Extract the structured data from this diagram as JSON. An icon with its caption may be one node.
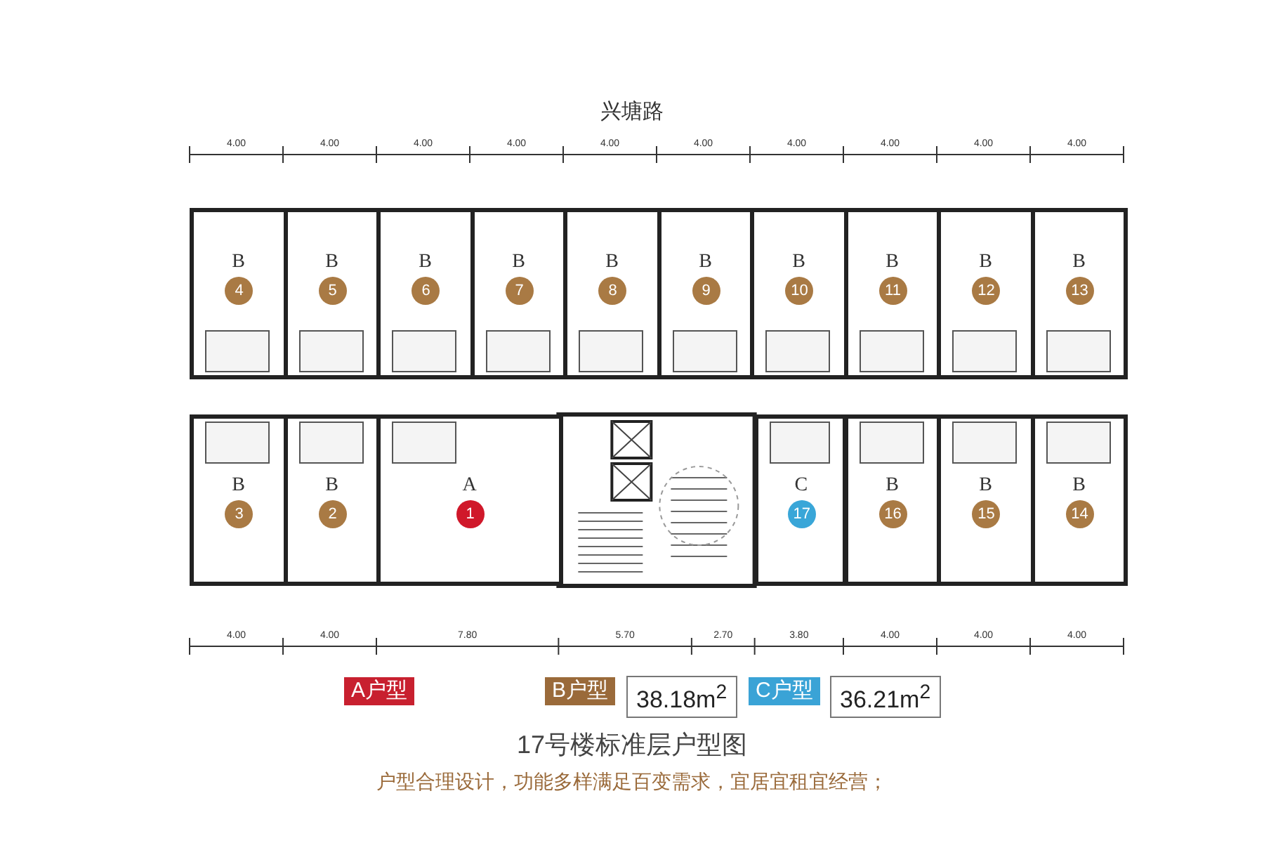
{
  "diagram": {
    "caption": "17号楼标准层户型图",
    "nodes": [
      {
        "text": [
          "B",
          "4"
        ]
      },
      {
        "text": [
          "B",
          "5"
        ]
      },
      {
        "text": [
          "B",
          "6"
        ]
      },
      {
        "text": [
          "B",
          "7"
        ]
      },
      {
        "text": [
          "B",
          "8"
        ]
      },
      {
        "text": [
          "B",
          "9"
        ]
      },
      {
        "text": [
          "B",
          "10"
        ]
      },
      {
        "text": [
          "B",
          "11"
        ]
      },
      {
        "text": [
          "B",
          "12"
        ]
      },
      {
        "text": [
          "B",
          "13"
        ]
      },
      {
        "text": [
          "B",
          "3"
        ]
      },
      {
        "text": [
          "B",
          "2"
        ]
      },
      {
        "text": [
          "A",
          "1"
        ]
      },
      {
        "text": [
          "C",
          "17"
        ]
      },
      {
        "text": [
          "B",
          "16"
        ]
      },
      {
        "text": [
          "B",
          "15"
        ]
      },
      {
        "text": [
          "B",
          "14"
        ]
      }
    ],
    "edges": [],
    "labels": [
      "兴塘路",
      "4.00",
      "4.00",
      "4.00",
      "4.00",
      "4.00",
      "4.00",
      "4.00",
      "4.00",
      "4.00",
      "4.00",
      "4.00",
      "4.00",
      "7.80",
      "5.70",
      "2.70",
      "3.80",
      "4.00",
      "4.00",
      "4.00",
      "38.18m$^{2}$",
      "36.21m$^{2}$",
      "户型合理设计，功能多样满足百变需求，宜居宜租宜经营；"
    ],
    "legend": [
      {
        "text": "A户型",
        "color": "#c8202f"
      },
      {
        "text": "B户型",
        "color": "#9a6a3a"
      },
      {
        "text": "C户型",
        "color": "#3aa3d6"
      }
    ]
  }
}
